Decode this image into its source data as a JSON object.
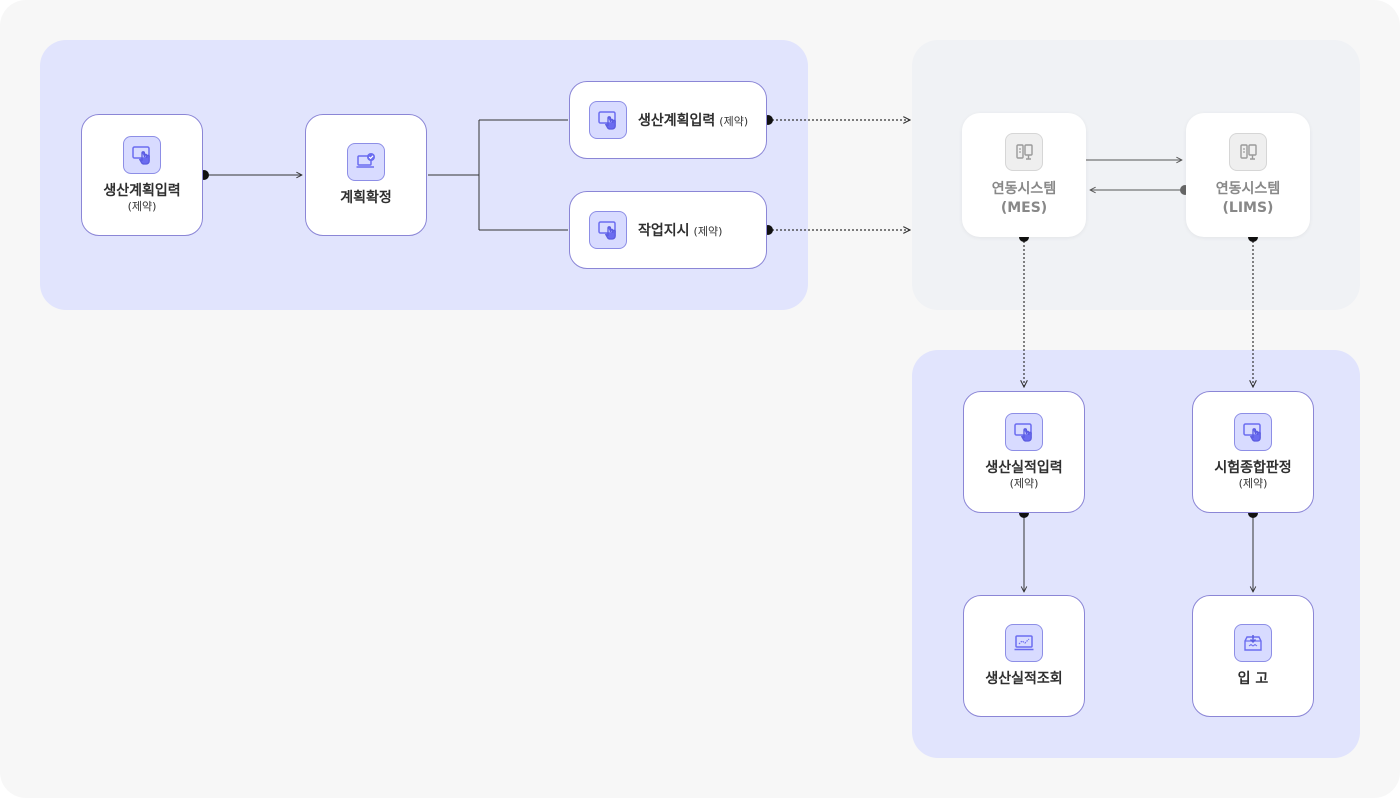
{
  "nodes": {
    "plan_input": {
      "label": "생산계획입력",
      "sub": "(제약)"
    },
    "plan_confirm": {
      "label": "계획확정"
    },
    "plan_input_right": {
      "label": "생산계획입력",
      "sub": "(제약)"
    },
    "work_order": {
      "label": "작업지시",
      "sub": "(제약)"
    },
    "mes": {
      "label": "연동시스템",
      "sub": "(MES)"
    },
    "lims": {
      "label": "연동시스템",
      "sub": "(LIMS)"
    },
    "result_input": {
      "label": "생산실적입력",
      "sub": "(제약)"
    },
    "test_judgement": {
      "label": "시험종합판정",
      "sub": "(제약)"
    },
    "result_view": {
      "label": "생산실적조회"
    },
    "receiving": {
      "label": "입 고"
    }
  },
  "icons": {
    "touch": "touch-screen-icon",
    "check": "laptop-check-icon",
    "server": "server-icon",
    "chart": "laptop-chart-icon",
    "box": "box-download-icon"
  },
  "colors": {
    "accent": "#6b6cf0",
    "node_border": "#8b86d6",
    "group_blue": "#e1e4fd",
    "group_gray": "#f0f2f5"
  }
}
